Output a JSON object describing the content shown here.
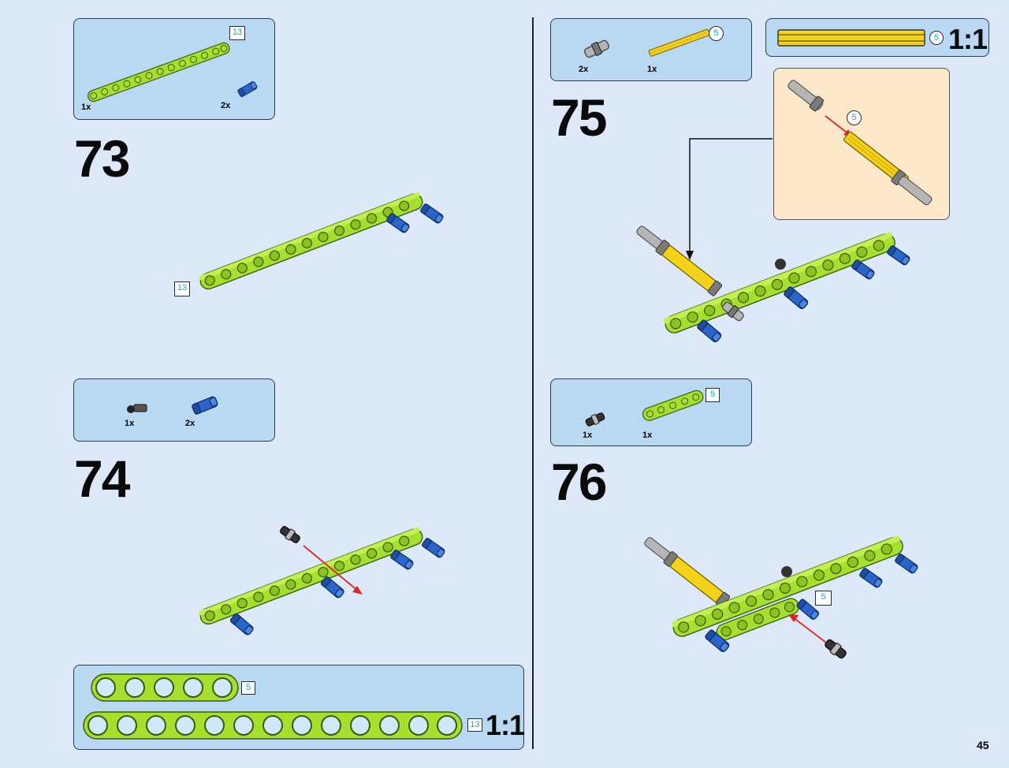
{
  "page": {
    "number": "45"
  },
  "colors": {
    "background": "#dde9f8",
    "panel": "#b9d9f3",
    "callout": "#fde9c9",
    "beam_green": "#a6e02e",
    "pin_blue": "#2a66c9",
    "axle_yellow": "#f5d21a",
    "length_label": "#1aa5d6"
  },
  "steps": [
    {
      "number": "73",
      "parts": [
        {
          "qty": "1x",
          "icon": "green-beam-13-icon",
          "length": "13"
        },
        {
          "qty": "2x",
          "icon": "blue-pin-icon"
        }
      ],
      "model_length_label": "13"
    },
    {
      "number": "74",
      "parts": [
        {
          "qty": "1x",
          "icon": "black-bush-icon"
        },
        {
          "qty": "2x",
          "icon": "blue-pin-icon"
        }
      ]
    },
    {
      "number": "75",
      "parts": [
        {
          "qty": "2x",
          "icon": "grey-pin-icon"
        },
        {
          "qty": "1x",
          "icon": "yellow-axle-icon",
          "length": "5"
        }
      ],
      "callout_length_label": "5"
    },
    {
      "number": "76",
      "parts": [
        {
          "qty": "1x",
          "icon": "black-pin-icon"
        },
        {
          "qty": "1x",
          "icon": "green-beam-5-icon",
          "length": "5"
        }
      ],
      "model_length_label": "5"
    }
  ],
  "scale_references": {
    "beams": {
      "beam_short_length": "5",
      "beam_long_length": "13",
      "scale": "1:1"
    },
    "axle": {
      "axle_length": "5",
      "scale": "1:1"
    }
  }
}
